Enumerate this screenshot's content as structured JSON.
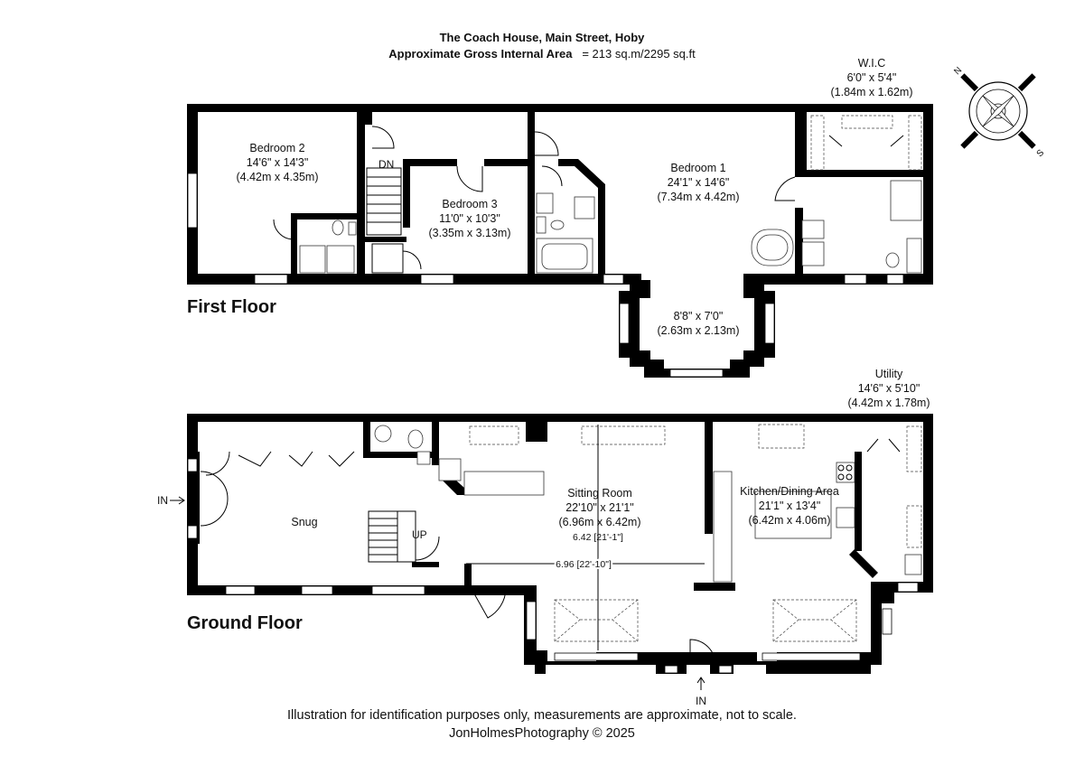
{
  "header": {
    "title": "The Coach House, Main Street, Hoby",
    "area_label": "Approximate Gross Internal Area",
    "area_value": "= 213 sq.m/2295 sq.ft"
  },
  "compass": {
    "north": "N",
    "south": "S"
  },
  "first_floor": {
    "label": "First Floor",
    "rooms": {
      "bedroom2": {
        "name": "Bedroom 2",
        "dim_imperial": "14'6\" x 14'3\"",
        "dim_metric": "(4.42m x 4.35m)"
      },
      "bedroom3": {
        "name": "Bedroom 3",
        "dim_imperial": "11'0\" x 10'3\"",
        "dim_metric": "(3.35m x 3.13m)"
      },
      "bedroom1": {
        "name": "Bedroom 1",
        "dim_imperial": "24'1\" x 14'6\"",
        "dim_metric": "(7.34m x 4.42m)"
      },
      "wic": {
        "name": "W.I.C",
        "dim_imperial": "6'0\" x 5'4\"",
        "dim_metric": "(1.84m x 1.62m)"
      },
      "bay": {
        "dim_imperial": "8'8\" x 7'0\"",
        "dim_metric": "(2.63m x 2.13m)"
      }
    },
    "stair_label": "DN"
  },
  "ground_floor": {
    "label": "Ground Floor",
    "rooms": {
      "snug": {
        "name": "Snug"
      },
      "sitting": {
        "name": "Sitting Room",
        "dim_imperial": "22'10\" x 21'1\"",
        "dim_metric": "(6.96m x 6.42m)"
      },
      "kitchen": {
        "name": "Kitchen/Dining Area",
        "dim_imperial": "21'1\" x 13'4\"",
        "dim_metric": "(6.42m x 4.06m)"
      },
      "utility": {
        "name": "Utility",
        "dim_imperial": "14'6\" x 5'10\"",
        "dim_metric": "(4.42m x 1.78m)"
      }
    },
    "stair_label": "UP",
    "entrance_left": "IN",
    "entrance_bottom": "IN",
    "measure_vertical": "6.42 [21'-1\"]",
    "measure_horizontal": "6.96 [22'-10\"]"
  },
  "footer": {
    "disclaimer": "Illustration for identification purposes only, measurements are approximate, not to scale.",
    "credit": "JonHolmesPhotography © 2025"
  }
}
